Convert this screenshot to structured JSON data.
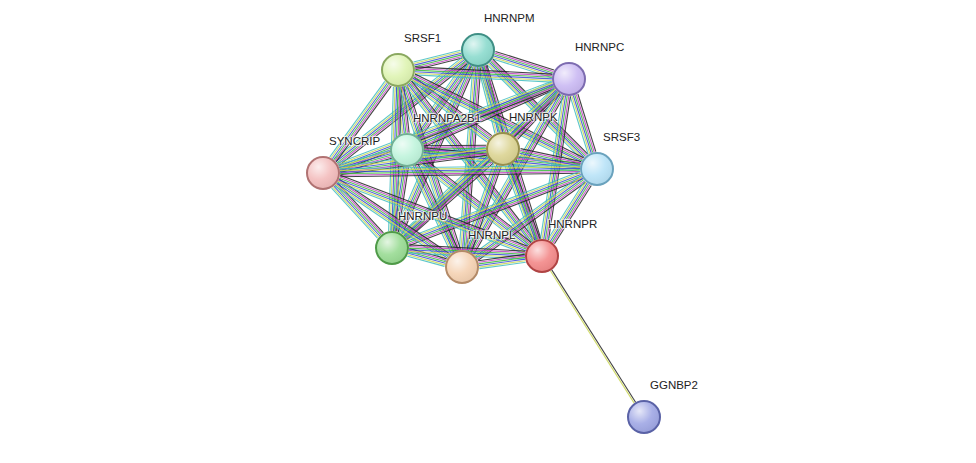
{
  "diagram": {
    "nodes": [
      {
        "text": [
          "HNRNPM"
        ]
      },
      {
        "text": [
          "SRSF1"
        ]
      },
      {
        "text": [
          "HNRNPC"
        ]
      },
      {
        "text": [
          "HNRNPA2B1"
        ]
      },
      {
        "text": [
          "HNRNPK"
        ]
      },
      {
        "text": [
          "SRSF3"
        ]
      },
      {
        "text": [
          "SYNCRIP"
        ]
      },
      {
        "text": [
          "HNRNPU"
        ]
      },
      {
        "text": [
          "HNRNPL"
        ]
      },
      {
        "text": [
          "HNRNPR"
        ]
      },
      {
        "text": [
          "GGNBP2"
        ]
      }
    ],
    "edges": [
      {
        "from": 0,
        "to": 1,
        "arrow": "none"
      },
      {
        "from": 0,
        "to": 2,
        "arrow": "none"
      },
      {
        "from": 0,
        "to": 3,
        "arrow": "none"
      },
      {
        "from": 0,
        "to": 4,
        "arrow": "none"
      },
      {
        "from": 0,
        "to": 5,
        "arrow": "none"
      },
      {
        "from": 0,
        "to": 6,
        "arrow": "none"
      },
      {
        "from": 0,
        "to": 7,
        "arrow": "none"
      },
      {
        "from": 0,
        "to": 8,
        "arrow": "none"
      },
      {
        "from": 0,
        "to": 9,
        "arrow": "none"
      },
      {
        "from": 1,
        "to": 2,
        "arrow": "none"
      },
      {
        "from": 1,
        "to": 3,
        "arrow": "none"
      },
      {
        "from": 1,
        "to": 4,
        "arrow": "none"
      },
      {
        "from": 1,
        "to": 5,
        "arrow": "none"
      },
      {
        "from": 1,
        "to": 6,
        "arrow": "none"
      },
      {
        "from": 1,
        "to": 7,
        "arrow": "none"
      },
      {
        "from": 1,
        "to": 8,
        "arrow": "none"
      },
      {
        "from": 1,
        "to": 9,
        "arrow": "none"
      },
      {
        "from": 2,
        "to": 3,
        "arrow": "none"
      },
      {
        "from": 2,
        "to": 4,
        "arrow": "none"
      },
      {
        "from": 2,
        "to": 5,
        "arrow": "none"
      },
      {
        "from": 2,
        "to": 6,
        "arrow": "none"
      },
      {
        "from": 2,
        "to": 7,
        "arrow": "none"
      },
      {
        "from": 2,
        "to": 8,
        "arrow": "none"
      },
      {
        "from": 2,
        "to": 9,
        "arrow": "none"
      },
      {
        "from": 3,
        "to": 4,
        "arrow": "none"
      },
      {
        "from": 3,
        "to": 5,
        "arrow": "none"
      },
      {
        "from": 3,
        "to": 6,
        "arrow": "none"
      },
      {
        "from": 3,
        "to": 7,
        "arrow": "none"
      },
      {
        "from": 3,
        "to": 8,
        "arrow": "none"
      },
      {
        "from": 3,
        "to": 9,
        "arrow": "none"
      },
      {
        "from": 4,
        "to": 5,
        "arrow": "none"
      },
      {
        "from": 4,
        "to": 6,
        "arrow": "none"
      },
      {
        "from": 4,
        "to": 7,
        "arrow": "none"
      },
      {
        "from": 4,
        "to": 8,
        "arrow": "none"
      },
      {
        "from": 4,
        "to": 9,
        "arrow": "none"
      },
      {
        "from": 5,
        "to": 6,
        "arrow": "none"
      },
      {
        "from": 5,
        "to": 7,
        "arrow": "none"
      },
      {
        "from": 5,
        "to": 8,
        "arrow": "none"
      },
      {
        "from": 5,
        "to": 9,
        "arrow": "none"
      },
      {
        "from": 6,
        "to": 7,
        "arrow": "none"
      },
      {
        "from": 6,
        "to": 8,
        "arrow": "none"
      },
      {
        "from": 6,
        "to": 9,
        "arrow": "none"
      },
      {
        "from": 7,
        "to": 8,
        "arrow": "none"
      },
      {
        "from": 7,
        "to": 9,
        "arrow": "none"
      },
      {
        "from": 8,
        "to": 9,
        "arrow": "none"
      },
      {
        "from": 9,
        "to": 10,
        "arrow": "none"
      }
    ]
  }
}
